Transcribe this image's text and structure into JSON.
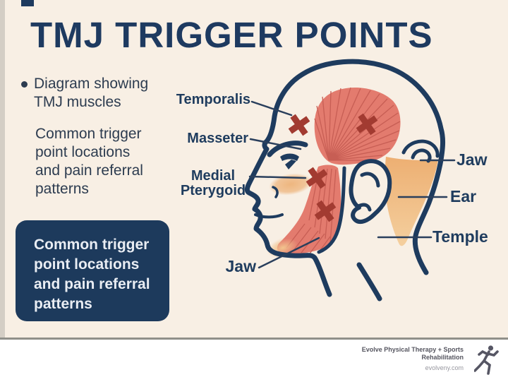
{
  "title": "TMJ TRIGGER POINTS",
  "intro_bullet": {
    "lines": [
      "Diagram showing",
      "TMJ muscles"
    ]
  },
  "intro_paragraph": {
    "lines": [
      "Common trigger",
      "point locations",
      "and pain referral",
      "patterns"
    ]
  },
  "callout_box": {
    "lines": [
      "Common trigger",
      "point locations",
      "and pain referral",
      "patterns"
    ]
  },
  "diagram": {
    "labels": {
      "temporalis": "Temporalis",
      "masseter": "Masseter",
      "medial_pterygoid_line1": "Medial",
      "medial_pterygoid_line2": "Pterygoid",
      "jaw_left": "Jaw",
      "jaw_right": "Jaw",
      "ear": "Ear",
      "temple": "Temple"
    },
    "trigger_point_icon": "x-mark",
    "trigger_point_count": "4"
  },
  "footer": {
    "org_line1": "Evolve Physical Therapy + Sports",
    "org_line2": "Rehabilitation",
    "website": "evolveny.com",
    "logo_icon": "runner-icon"
  },
  "colors": {
    "background": "#f8efe4",
    "navy": "#1e3b5e",
    "callout_bg": "#1d3a5c",
    "muscle_salmon": "#e37b6e",
    "muscle_striation": "#c75e54",
    "trigger_x_red": "#a23b31",
    "referral_orange": "#edaf72",
    "footer_text": "#55555f",
    "footer_muted": "#97979f"
  }
}
